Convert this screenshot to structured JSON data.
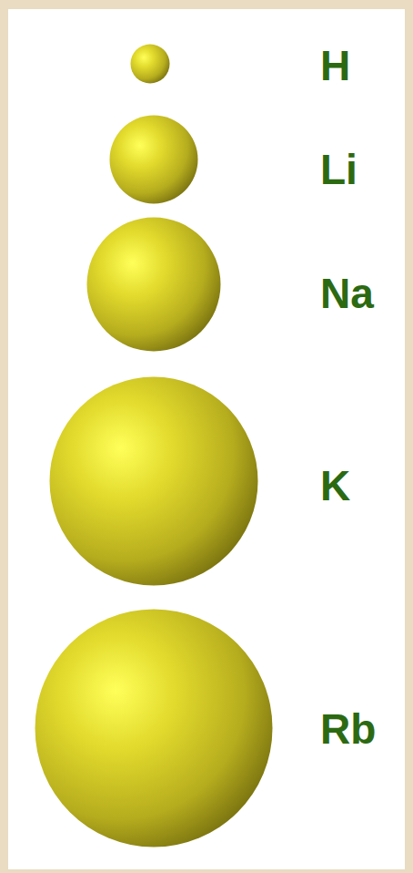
{
  "diagram": {
    "nodes": [
      {
        "text": [
          "H"
        ]
      },
      {
        "text": [
          "Li"
        ]
      },
      {
        "text": [
          "Na"
        ]
      },
      {
        "text": [
          "K"
        ]
      },
      {
        "text": [
          "Rb"
        ]
      }
    ]
  }
}
